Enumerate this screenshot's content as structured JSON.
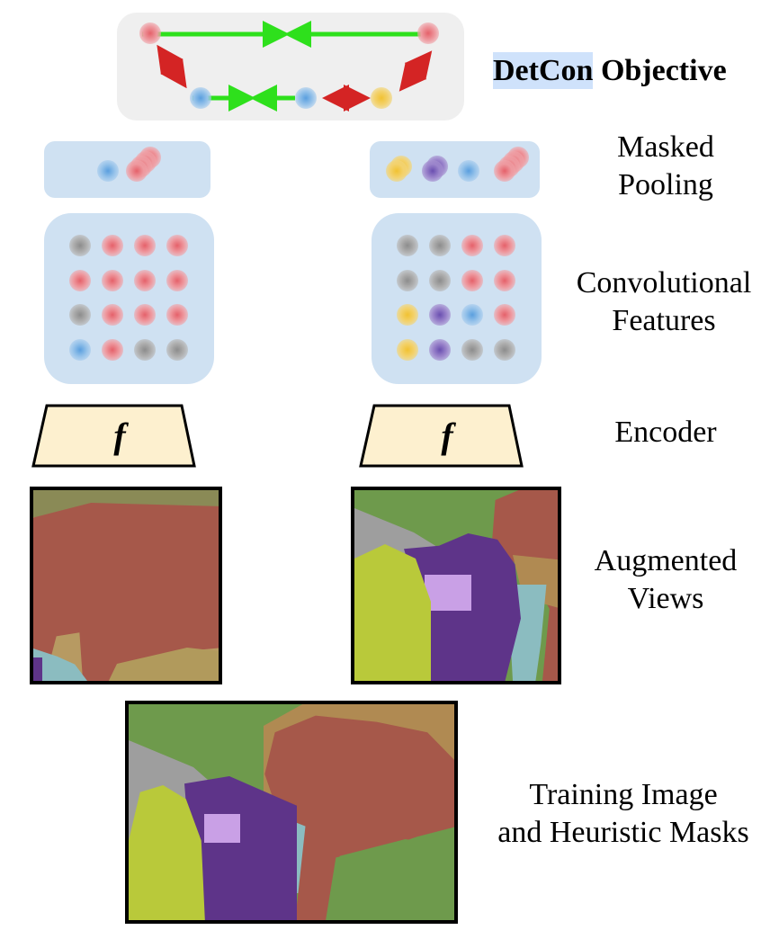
{
  "objective": {
    "title_highlight": "DetCon",
    "title_rest": "Objective",
    "highlight_color": "#cfe2fb",
    "nodes": [
      {
        "id": "view1-red",
        "color": "red"
      },
      {
        "id": "view2-red",
        "color": "red"
      },
      {
        "id": "view1-blue",
        "color": "blue"
      },
      {
        "id": "view2-blue",
        "color": "blue"
      },
      {
        "id": "view2-yellow",
        "color": "yellow"
      }
    ],
    "edges": [
      {
        "from": "view1-red",
        "to": "view2-red",
        "type": "attract",
        "color": "#2ee01c"
      },
      {
        "from": "view1-blue",
        "to": "view2-blue",
        "type": "attract",
        "color": "#2ee01c"
      },
      {
        "from": "view1-red",
        "to": "view1-blue",
        "type": "repel",
        "color": "#d42424"
      },
      {
        "from": "view2-blue",
        "to": "view2-yellow",
        "type": "repel",
        "color": "#d42424"
      },
      {
        "from": "view2-yellow",
        "to": "view2-red",
        "type": "repel",
        "color": "#d42424"
      }
    ]
  },
  "stages": {
    "masked_pooling": "Masked\nPooling",
    "masked_pooling_l1": "Masked",
    "masked_pooling_l2": "Pooling",
    "conv_l1": "Convolutional",
    "conv_l2": "Features",
    "encoder": "Encoder",
    "aug_l1": "Augmented",
    "aug_l2": "Views",
    "train_l1": "Training Image",
    "train_l2": "and Heuristic Masks"
  },
  "encoder_symbol": "f",
  "pooled": {
    "left": [
      "blue",
      "red-stack"
    ],
    "right": [
      "yellow-stack",
      "purple-stack",
      "blue",
      "red-stack"
    ]
  },
  "feature_grids": {
    "left": [
      [
        "gray",
        "red",
        "red",
        "red"
      ],
      [
        "red",
        "red",
        "red",
        "red"
      ],
      [
        "gray",
        "red",
        "red",
        "red"
      ],
      [
        "blue",
        "red",
        "gray",
        "gray"
      ]
    ],
    "right": [
      [
        "gray",
        "gray",
        "red",
        "red"
      ],
      [
        "gray",
        "gray",
        "red",
        "red"
      ],
      [
        "yellow",
        "purple",
        "blue",
        "red"
      ],
      [
        "yellow",
        "purple",
        "gray",
        "gray"
      ]
    ]
  },
  "mask_colors": {
    "elephant": "#a6584a",
    "piano": "#5e3489",
    "person": "#b9c93a",
    "water": "#8bbcc0",
    "rock": "#9e9e9e",
    "foliage": "#6e9a4c",
    "shrub": "#b08a52"
  }
}
